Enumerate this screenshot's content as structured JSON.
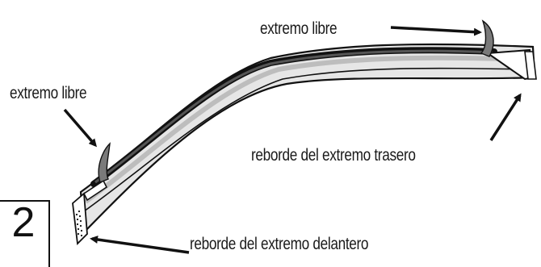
{
  "labels": {
    "free_end_top": "extremo libre",
    "free_end_left": "extremo libre",
    "rear_flange": "reborde del extremo trasero",
    "front_flange": "reborde del extremo delantero"
  },
  "step": {
    "number": "2"
  }
}
